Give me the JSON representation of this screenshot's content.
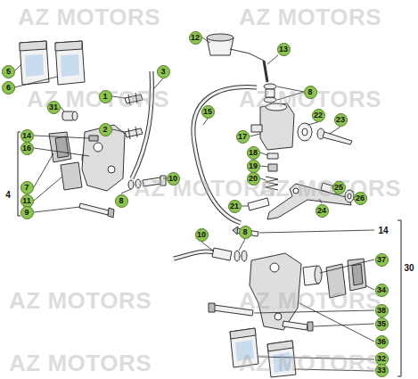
{
  "diagram": {
    "labels": [
      "AZ MOTORS",
      "AZ MOTORS",
      "AZ MOTORS",
      "AZ MOTORS",
      "AZ MOTORS",
      "AZ MOTORS",
      "AZ MOTORS",
      "AZ MOTORS",
      "AZ MOTORS",
      "AZ MOTORS",
      "5",
      "6",
      "31",
      "1",
      "2",
      "3",
      "14",
      "16",
      "4",
      "7",
      "11",
      "9",
      "10",
      "8",
      "12",
      "13",
      "8",
      "15",
      "17",
      "22",
      "23",
      "18",
      "19",
      "20",
      "25",
      "26",
      "21",
      "24",
      "10",
      "8",
      "14",
      "30",
      "37",
      "34",
      "38",
      "35",
      "36",
      "32",
      "33"
    ]
  }
}
